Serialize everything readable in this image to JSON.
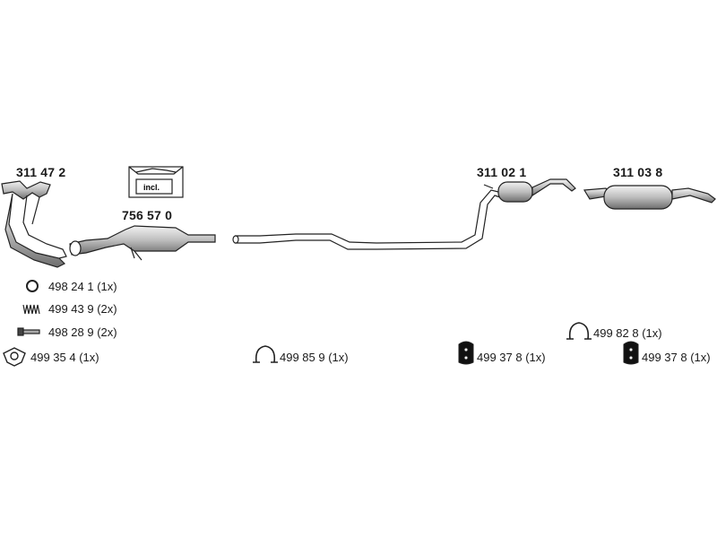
{
  "parts": {
    "manifold": "311 47 2",
    "catalyst": "756 57 0",
    "catalyst_kit_label": "incl.",
    "middle_silencer": "311 02 1",
    "rear_silencer": "311 03 8"
  },
  "accessories": {
    "ring": "498 24 1 (1x)",
    "spring": "499 43 9 (2x)",
    "bolt": "498 28 9 (2x)",
    "gasket": "499 35 4 (1x)",
    "clamp_front": "499 85 9 (1x)",
    "rubber_middle": "499 37 8 (1x)",
    "clamp_rear": "499 82 8 (1x)",
    "rubber_rear": "499 37 8 (1x)"
  }
}
